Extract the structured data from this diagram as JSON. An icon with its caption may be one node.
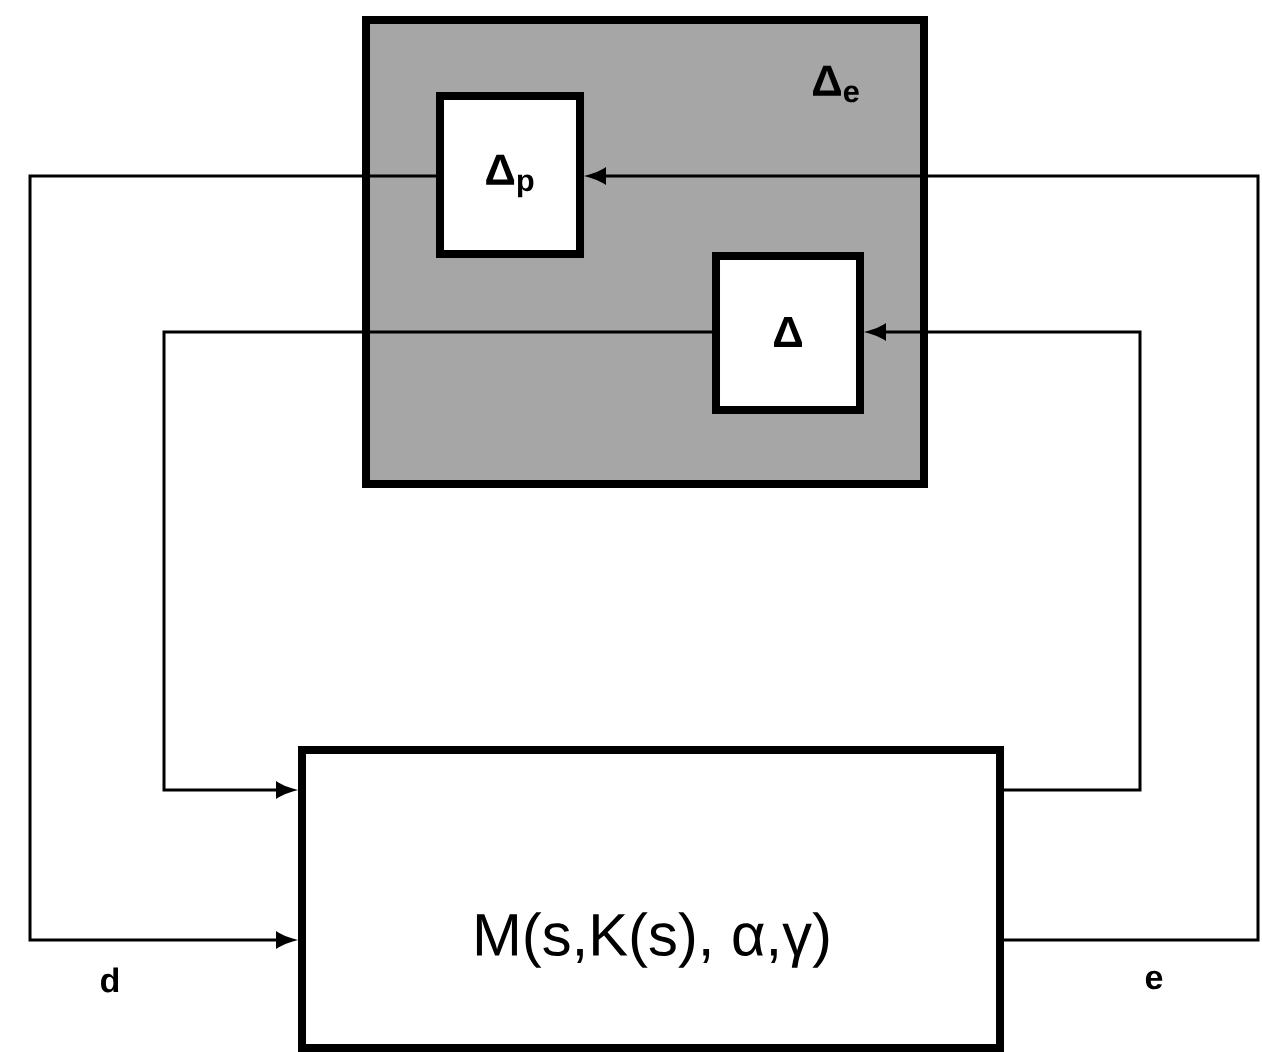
{
  "diagram": {
    "nodes": [
      {
        "text": [
          "Δ$_{e}$"
        ]
      },
      {
        "text": [
          "Δ$_{p}$"
        ],
        "in": 0
      },
      {
        "text": [
          "Δ"
        ],
        "in": 0
      },
      {
        "text": [
          "M(s,K(s), α,γ)"
        ]
      }
    ],
    "edges": [
      {
        "from": 2,
        "to": 3,
        "arrow": "to"
      },
      {
        "from": 3,
        "to": 2,
        "arrow": "to"
      },
      {
        "from": 1,
        "to": 3,
        "arrow": "to",
        "label": "d"
      },
      {
        "from": 3,
        "to": 1,
        "arrow": "to",
        "label": "e"
      }
    ]
  }
}
